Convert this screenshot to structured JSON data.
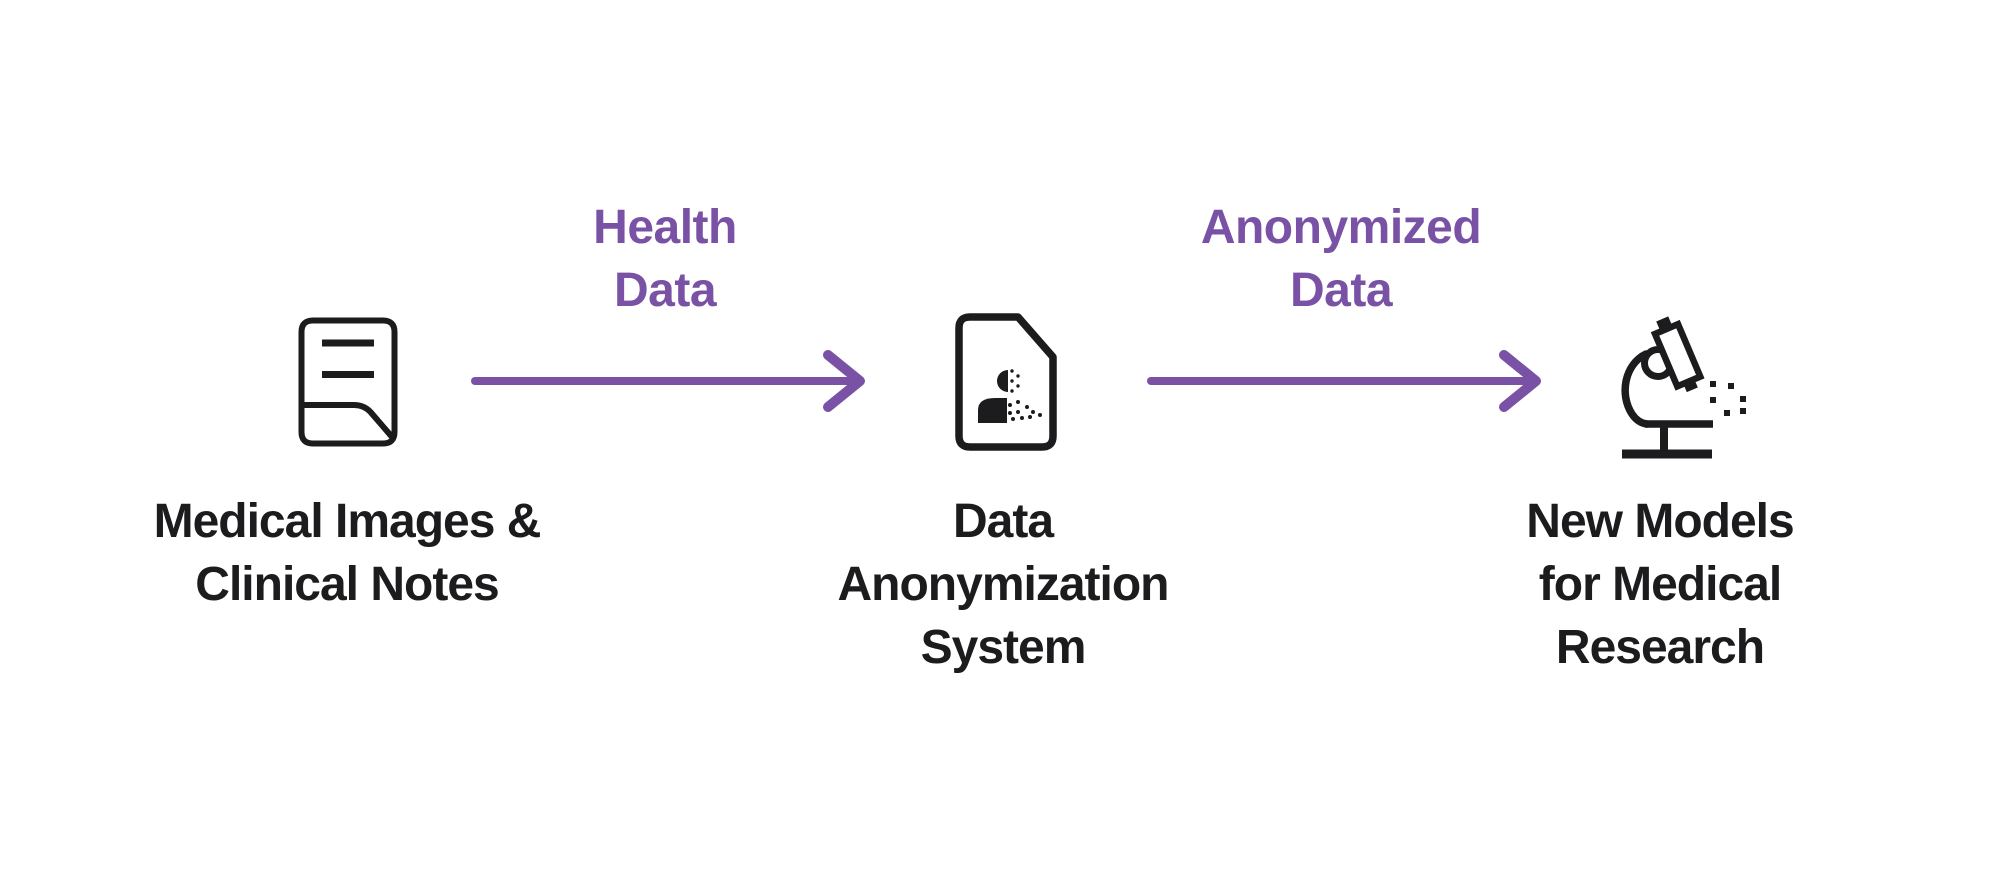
{
  "colors": {
    "accent": "#7A52A5",
    "ink": "#1C1C1E",
    "background": "#FFFFFF"
  },
  "diagram": {
    "type": "flow",
    "direction": "left-to-right",
    "nodes": [
      {
        "id": "medical-sources",
        "icon": "clinical-notes-icon",
        "label": "Medical Images &\nClinical Notes"
      },
      {
        "id": "anonymization-system",
        "icon": "anonymized-person-file-icon",
        "label": "Data\nAnonymization\nSystem"
      },
      {
        "id": "medical-research",
        "icon": "microscope-icon",
        "label": "New Models\nfor Medical\nResearch"
      }
    ],
    "flows": [
      {
        "from": "medical-sources",
        "to": "anonymization-system",
        "label": "Health\nData"
      },
      {
        "from": "anonymization-system",
        "to": "medical-research",
        "label": "Anonymized\nData"
      }
    ]
  }
}
